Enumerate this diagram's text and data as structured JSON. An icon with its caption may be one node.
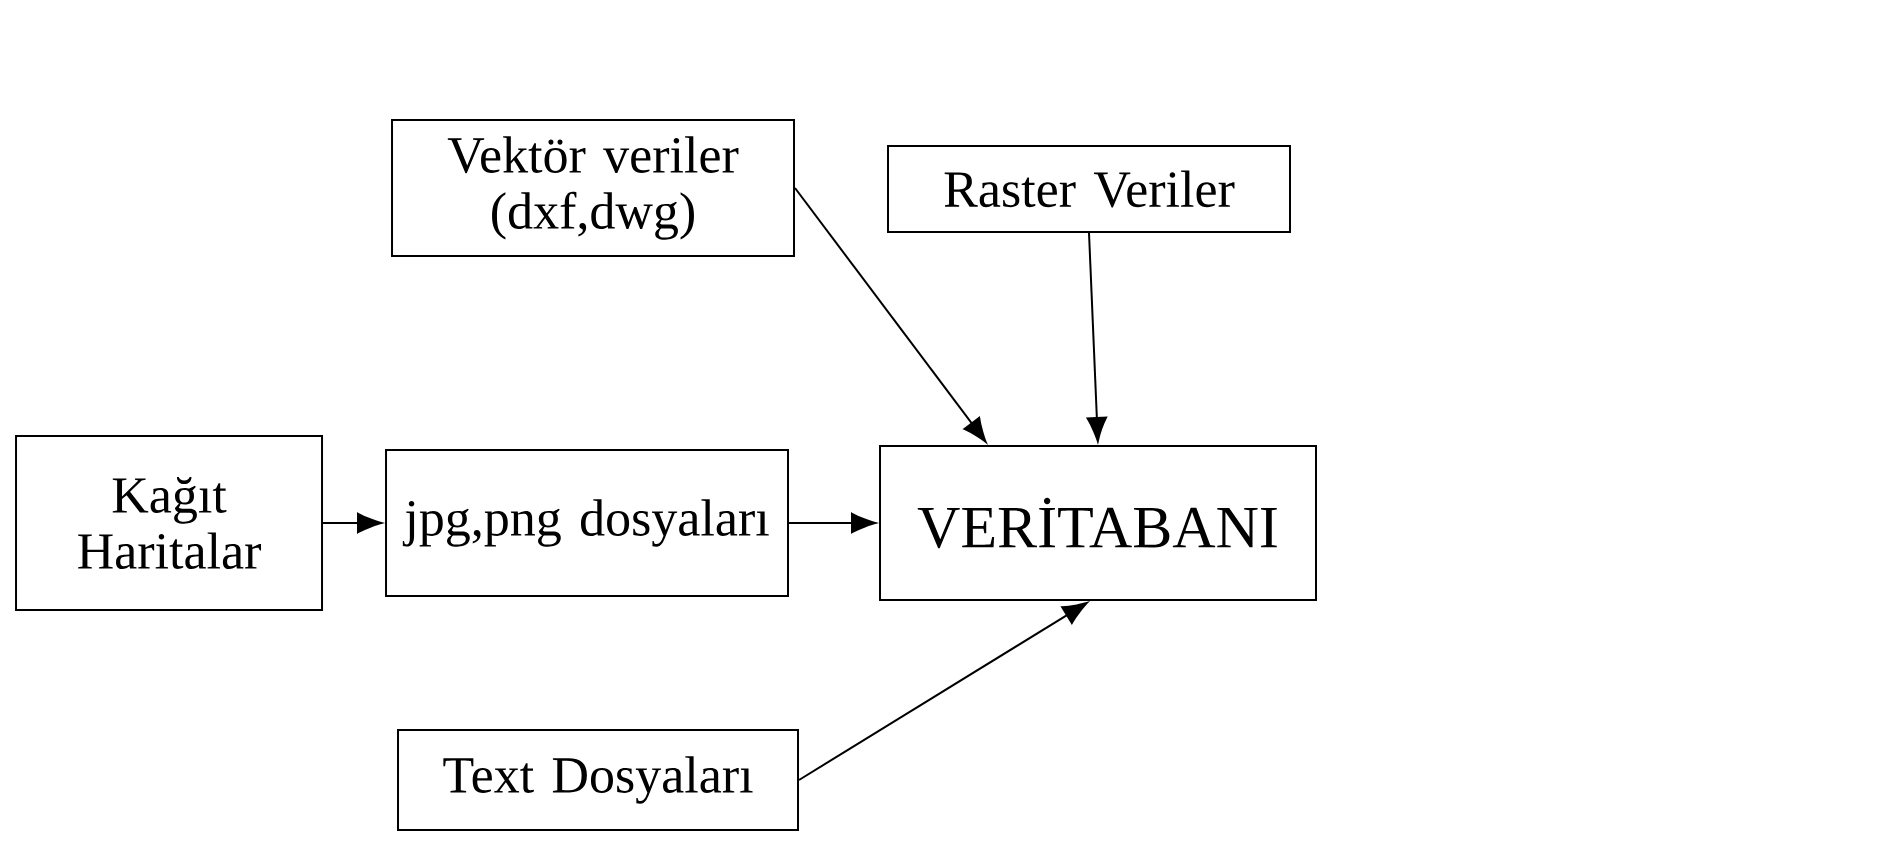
{
  "diagram": {
    "nodes": [
      {
        "text": [
          "Vektör veriler (dxf,dwg)"
        ]
      },
      {
        "text": [
          "Raster Veriler"
        ]
      },
      {
        "text": [
          "Kağıt Haritalar"
        ]
      },
      {
        "text": [
          "jpg,png dosyaları"
        ]
      },
      {
        "text": [
          "VERİTABANI"
        ]
      },
      {
        "text": [
          "Text Dosyaları"
        ]
      }
    ],
    "edges": [
      {
        "from": 0,
        "to": 4,
        "arrow": "to"
      },
      {
        "from": 1,
        "to": 4,
        "arrow": "to"
      },
      {
        "from": 2,
        "to": 3,
        "arrow": "to"
      },
      {
        "from": 3,
        "to": 4,
        "arrow": "to"
      },
      {
        "from": 5,
        "to": 4,
        "arrow": "to"
      }
    ]
  }
}
